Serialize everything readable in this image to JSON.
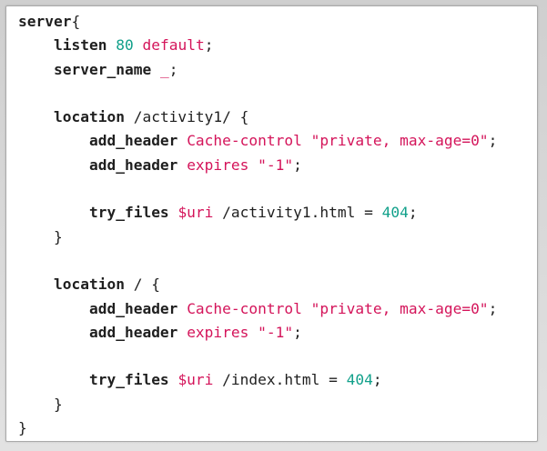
{
  "colors": {
    "keyword": "#1f1f1f",
    "string_value": "#d4145a",
    "number": "#11a08a",
    "background": "#ffffff",
    "border": "#a9a9a9"
  },
  "code": {
    "l1_block": "server",
    "l1_brace": "{",
    "l2_directive": "listen",
    "l2_port": "80",
    "l2_flag": "default",
    "l2_end": ";",
    "l3_directive": "server_name",
    "l3_value": "_",
    "l3_end": ";",
    "loc1_directive": "location",
    "loc1_path": "/activity1/ {",
    "loc1_h1_directive": "add_header",
    "loc1_h1_name": "Cache-control",
    "loc1_h1_value": "\"private, max-age=0\"",
    "loc1_h1_end": ";",
    "loc1_h2_directive": "add_header",
    "loc1_h2_name": "expires",
    "loc1_h2_value": "\"-1\"",
    "loc1_h2_end": ";",
    "loc1_try_directive": "try_files",
    "loc1_try_var": "$uri",
    "loc1_try_file": "/activity1.html =",
    "loc1_try_code": "404",
    "loc1_try_end": ";",
    "loc1_close": "}",
    "loc2_directive": "location",
    "loc2_path": "/ {",
    "loc2_h1_directive": "add_header",
    "loc2_h1_name": "Cache-control",
    "loc2_h1_value": "\"private, max-age=0\"",
    "loc2_h1_end": ";",
    "loc2_h2_directive": "add_header",
    "loc2_h2_name": "expires",
    "loc2_h2_value": "\"-1\"",
    "loc2_h2_end": ";",
    "loc2_try_directive": "try_files",
    "loc2_try_var": "$uri",
    "loc2_try_file": "/index.html =",
    "loc2_try_code": "404",
    "loc2_try_end": ";",
    "loc2_close": "}",
    "server_close": "}"
  }
}
